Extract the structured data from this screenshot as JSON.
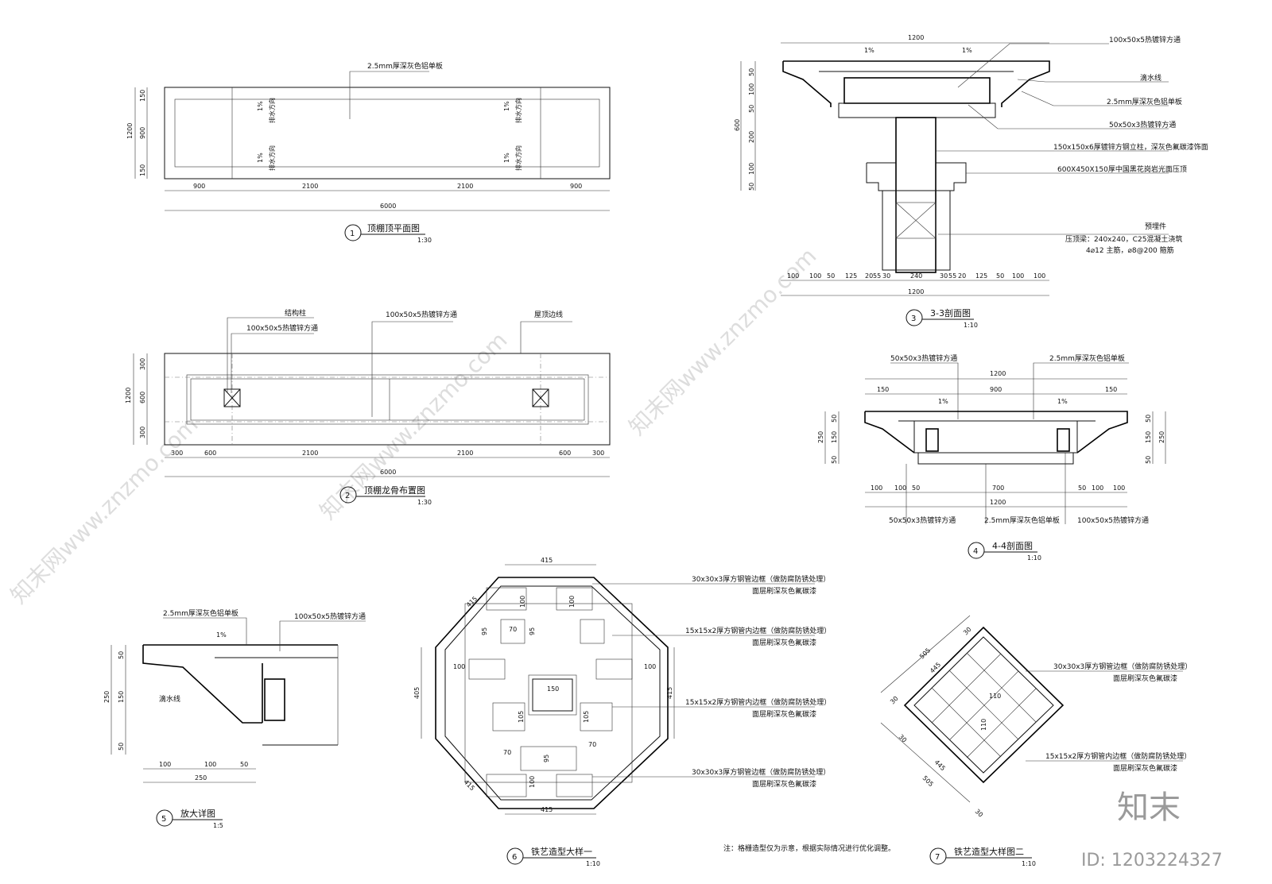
{
  "views": {
    "v1": {
      "no": "1",
      "title": "顶棚顶平面图",
      "scale": "1:30",
      "note": "2.5mm厚深灰色铝单板",
      "slope": "1%",
      "drain": "排水方向",
      "dims_bottom": [
        "900",
        "2100",
        "2100",
        "900"
      ],
      "total": "6000",
      "dims_left": [
        "150",
        "900",
        "150"
      ],
      "left_total": "1200"
    },
    "v2": {
      "no": "2",
      "title": "顶棚龙骨布置图",
      "scale": "1:30",
      "notes": [
        "结构柱",
        "100x50x5热镀锌方通",
        "100x50x5热镀锌方通",
        "屋顶边线"
      ],
      "dims_bottom": [
        "300",
        "600",
        "2100",
        "2100",
        "600",
        "300"
      ],
      "total": "6000",
      "dims_left": [
        "300",
        "600",
        "300"
      ],
      "left_total": "1200"
    },
    "v3": {
      "no": "3",
      "title": "3-3剖面图",
      "scale": "1:10",
      "top": "1200",
      "slopes": [
        "1%",
        "1%"
      ],
      "left_dims": [
        "50",
        "100",
        "50",
        "200",
        "100",
        "50"
      ],
      "left_total": "600",
      "bottom_dims": [
        "100",
        "100",
        "50",
        "125",
        "20",
        "55",
        "30",
        "240",
        "30",
        "55",
        "20",
        "125",
        "50",
        "100",
        "100"
      ],
      "bottom_total": "1200",
      "notes": [
        "100x50x5热镀锌方通",
        "滴水线",
        "2.5mm厚深灰色铝单板",
        "50x50x3热镀锌方通",
        "150x150x6厚镀锌方钢立柱，深灰色氟碳漆饰面",
        "600X450X150厚中国黑花岗岩光面压顶",
        "预埋件",
        "压顶梁：240x240，C25混凝土浇筑",
        "4⌀12 主筋，⌀8@200 箍筋"
      ]
    },
    "v4": {
      "no": "4",
      "title": "4-4剖面图",
      "scale": "1:10",
      "top_notes": [
        "50x50x3热镀锌方通",
        "2.5mm厚深灰色铝单板"
      ],
      "top": "1200",
      "top_dims": [
        "150",
        "900",
        "150"
      ],
      "slopes": [
        "1%",
        "1%"
      ],
      "left_dims": [
        "50",
        "150",
        "50"
      ],
      "left_total": "250",
      "right_dims": [
        "50",
        "150",
        "50"
      ],
      "right_total": "250",
      "bottom_dims": [
        "100",
        "100",
        "50",
        "700",
        "50",
        "100",
        "100"
      ],
      "bottom_total": "1200",
      "bottom_notes": [
        "50x50x3热镀锌方通",
        "2.5mm厚深灰色铝单板",
        "100x50x5热镀锌方通"
      ]
    },
    "v5": {
      "no": "5",
      "title": "放大详图",
      "scale": "1:5",
      "notes": [
        "2.5mm厚深灰色铝单板",
        "100x50x5热镀锌方通",
        "滴水线"
      ],
      "slope": "1%",
      "left_dims": [
        "50",
        "150",
        "50"
      ],
      "left_total": "250",
      "bottom_dims": [
        "100",
        "100",
        "50"
      ],
      "bottom_total": "250"
    },
    "v6": {
      "no": "6",
      "title": "铁艺造型大样一",
      "scale": "1:10",
      "edge": "415",
      "height": "405",
      "inner": [
        "100",
        "100",
        "95",
        "70",
        "95",
        "100",
        "100",
        "150",
        "105",
        "105",
        "70",
        "70",
        "95",
        "100"
      ],
      "notes": [
        "30x30x3厚方钢管边框（做防腐防锈处理）",
        "面层刷深灰色氟碳漆",
        "15x15x2厚方钢管内边框（做防腐防锈处理）",
        "面层刷深灰色氟碳漆",
        "15x15x2厚方钢管内边框（做防腐防锈处理）",
        "面层刷深灰色氟碳漆",
        "30x30x3厚方钢管边框（做防腐防锈处理）",
        "面层刷深灰色氟碳漆"
      ]
    },
    "v7": {
      "no": "7",
      "title": "铁艺造型大样图二",
      "scale": "1:10",
      "dims": [
        "505",
        "445",
        "30",
        "30",
        "30",
        "30",
        "445",
        "505",
        "110",
        "110"
      ],
      "notes": [
        "30x30x3厚方钢管边框（做防腐防锈处理）",
        "面层刷深灰色氟碳漆",
        "15x15x2厚方钢管内边框（做防腐防锈处理）",
        "面层刷深灰色氟碳漆"
      ]
    }
  },
  "footnote": "注：格栅造型仅为示意，根据实际情况进行优化调整。",
  "watermark": "知末网www.znzmo.com",
  "brand": "知末",
  "id_label": "ID: 1203224327"
}
